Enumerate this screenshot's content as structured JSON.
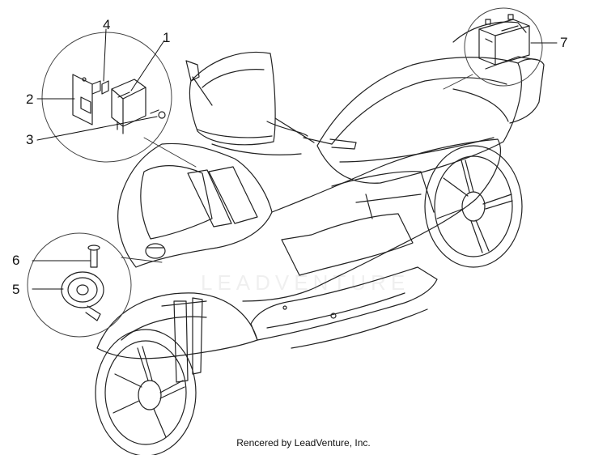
{
  "diagram": {
    "callouts": [
      {
        "id": "1",
        "label": "1"
      },
      {
        "id": "2",
        "label": "2"
      },
      {
        "id": "3",
        "label": "3"
      },
      {
        "id": "4",
        "label": "4"
      },
      {
        "id": "5",
        "label": "5"
      },
      {
        "id": "6",
        "label": "6"
      },
      {
        "id": "7",
        "label": "7"
      }
    ]
  },
  "watermark": {
    "text": "LEADVENTURE"
  },
  "footer": {
    "credit": "Rencered by LeadVenture, Inc."
  }
}
